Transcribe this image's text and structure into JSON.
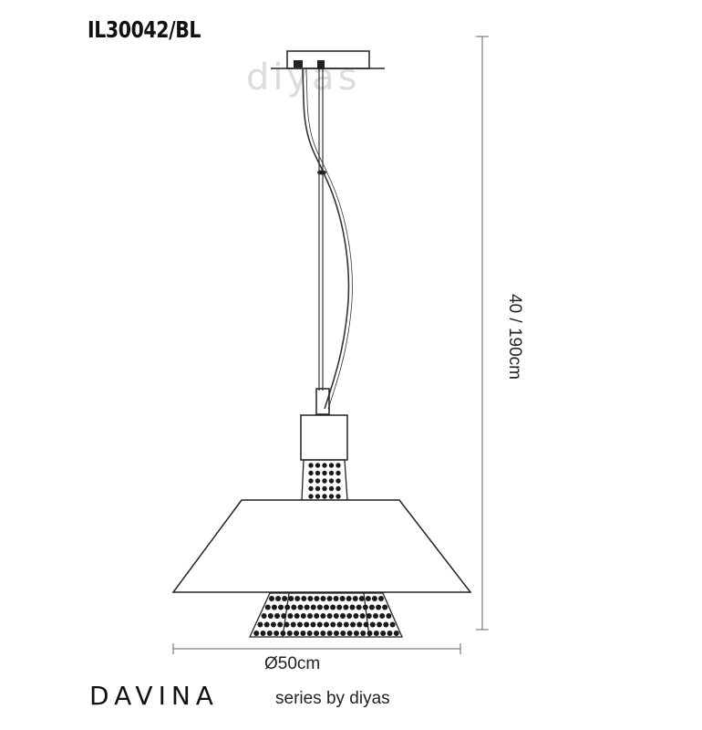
{
  "product": {
    "code": "IL30042/BL",
    "name": "DAVINA",
    "series": "series by diyas",
    "watermark": "diyas"
  },
  "dimensions": {
    "width": "Ø50cm",
    "height": "40 / 190cm"
  },
  "colors": {
    "line": "#222222",
    "dimension_line": "#666666",
    "crystal": "#1a1a1a",
    "watermark": "#d8d8d8"
  }
}
